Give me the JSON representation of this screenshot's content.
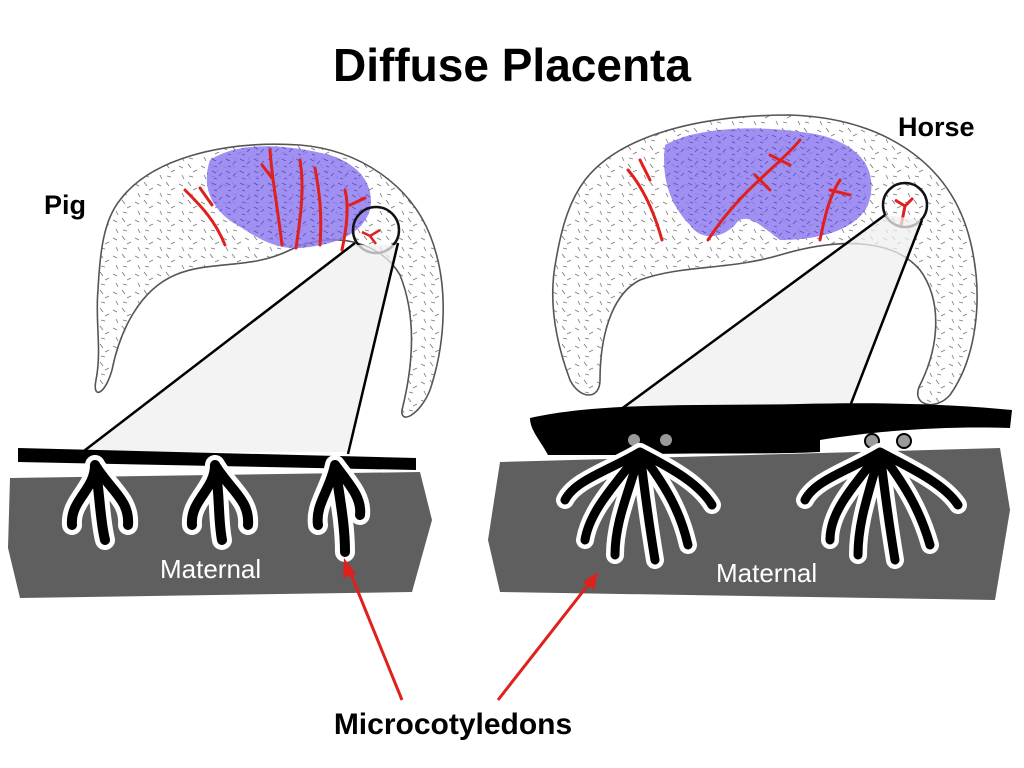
{
  "title": "Diffuse Placenta",
  "labels": {
    "pig": "Pig",
    "horse": "Horse",
    "maternal_left": "Maternal",
    "maternal_right": "Maternal",
    "microcotyledons": "Microcotyledons"
  },
  "colors": {
    "allantochorion_purple": "#8f7cf0",
    "vessel_red": "#e0201c",
    "maternal_tissue": "#5f5f5f",
    "fetal_villi": "#000000",
    "arrow": "#e0201c"
  }
}
